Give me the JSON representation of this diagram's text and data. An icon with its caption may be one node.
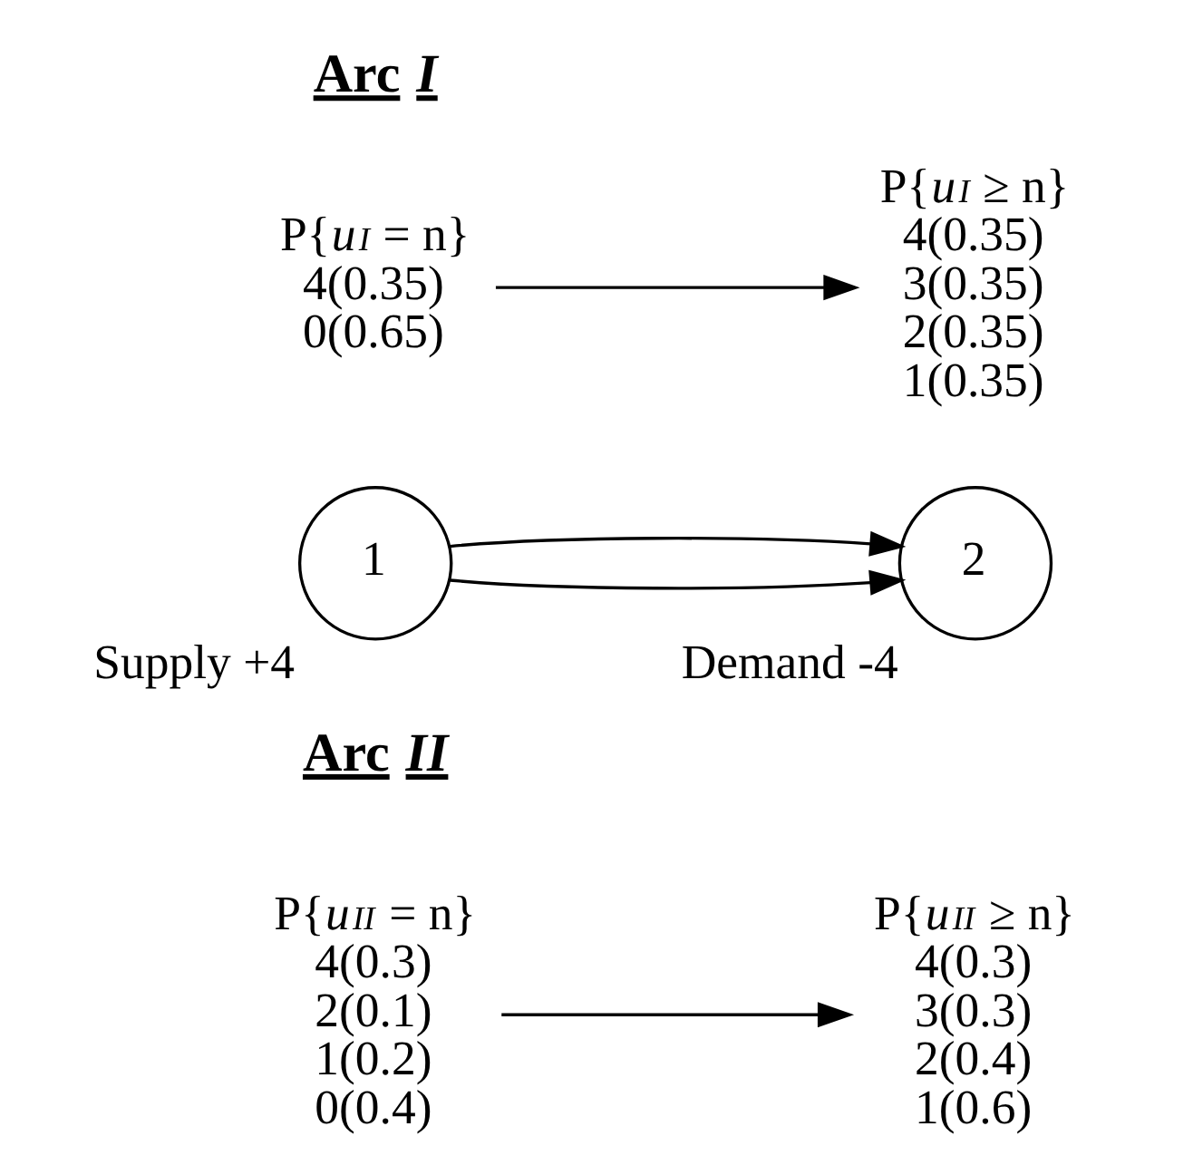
{
  "diagram": {
    "nodes": [
      {
        "text": [
          "P{*u*$_{I}$ = n}",
          "4(0.35)",
          "0(0.65)"
        ]
      },
      {
        "text": [
          "P{*u*$_{I}$ ≥ n}",
          "4(0.35)",
          "3(0.35)",
          "2(0.35)",
          "1(0.35)"
        ]
      },
      {
        "text": [
          "1"
        ],
        "beside": [
          "Supply +4"
        ]
      },
      {
        "text": [
          "2"
        ],
        "beside": [
          "Demand -4"
        ]
      },
      {
        "text": [
          "P{*u*$_{II}$ = n}",
          "4(0.3)",
          "2(0.1)",
          "1(0.2)",
          "0(0.4)"
        ]
      },
      {
        "text": [
          "P{*u*$_{II}$ ≥ n}",
          "4(0.3)",
          "3(0.3)",
          "2(0.4)",
          "1(0.6)"
        ]
      }
    ],
    "edges": [
      {
        "from": 0,
        "to": 1,
        "arrow": "to"
      },
      {
        "from": 2,
        "to": 3,
        "arrow": "to"
      },
      {
        "from": 2,
        "to": 3,
        "arrow": "to"
      },
      {
        "from": 4,
        "to": 5,
        "arrow": "to"
      }
    ],
    "labels": [
      "Arc *I*",
      "Arc *II*"
    ]
  }
}
